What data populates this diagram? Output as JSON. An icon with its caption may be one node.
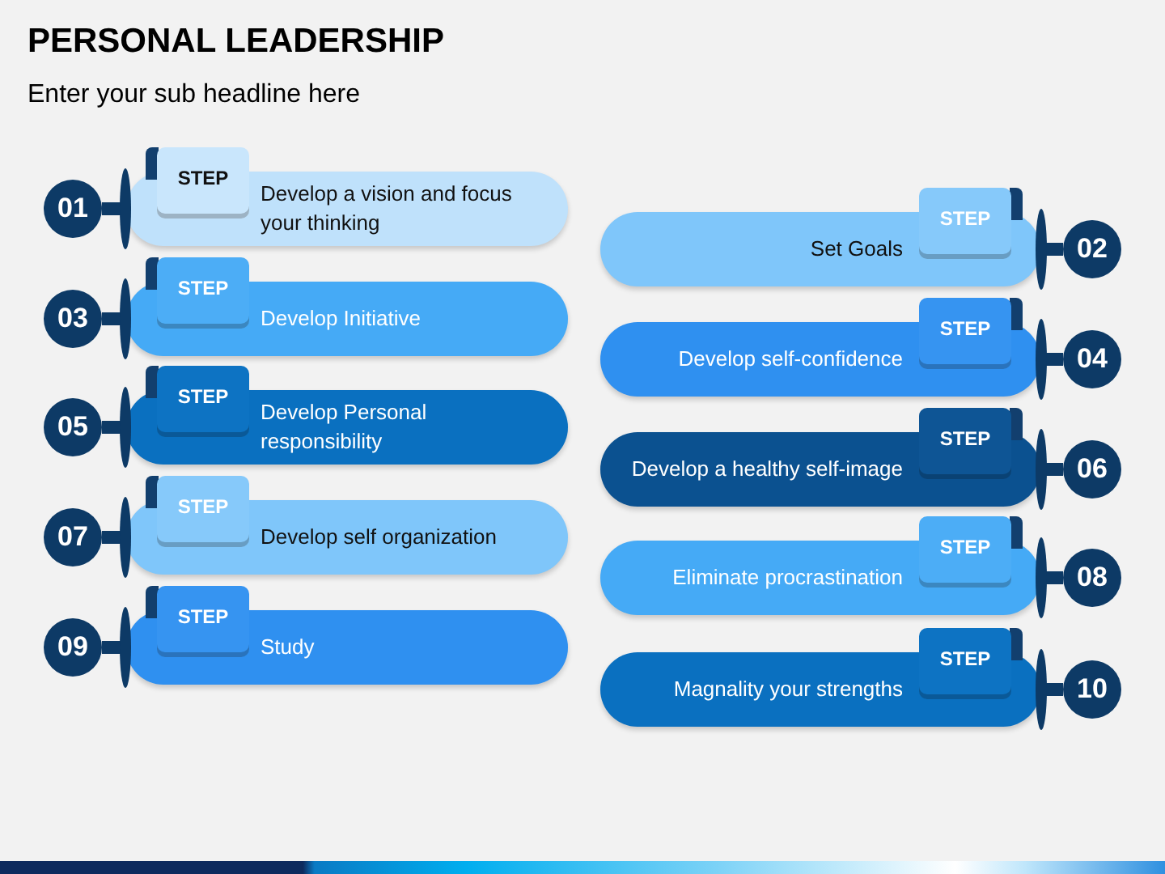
{
  "diagram": {
    "title": "PERSONAL LEADERSHIP",
    "nodes": [
      {
        "text": [
          "01"
        ]
      },
      {
        "text": [
          "STEP"
        ]
      },
      {
        "text": [
          "Develop a vision and focus your thinking"
        ]
      },
      {
        "text": [
          "02"
        ]
      },
      {
        "text": [
          "STEP"
        ]
      },
      {
        "text": [
          "Set Goals"
        ]
      },
      {
        "text": [
          "03"
        ]
      },
      {
        "text": [
          "STEP"
        ]
      },
      {
        "text": [
          "Develop Initiative"
        ]
      },
      {
        "text": [
          "04"
        ]
      },
      {
        "text": [
          "STEP"
        ]
      },
      {
        "text": [
          "Develop self-confidence"
        ]
      },
      {
        "text": [
          "05"
        ]
      },
      {
        "text": [
          "STEP"
        ]
      },
      {
        "text": [
          "Develop Personal responsibility"
        ]
      },
      {
        "text": [
          "06"
        ]
      },
      {
        "text": [
          "STEP"
        ]
      },
      {
        "text": [
          "Develop a healthy self-image"
        ]
      },
      {
        "text": [
          "07"
        ]
      },
      {
        "text": [
          "STEP"
        ]
      },
      {
        "text": [
          "Develop self organization"
        ]
      },
      {
        "text": [
          "08"
        ]
      },
      {
        "text": [
          "STEP"
        ]
      },
      {
        "text": [
          "Eliminate procrastination"
        ]
      },
      {
        "text": [
          "09"
        ]
      },
      {
        "text": [
          "STEP"
        ]
      },
      {
        "text": [
          "Study"
        ]
      },
      {
        "text": [
          "10"
        ]
      },
      {
        "text": [
          "STEP"
        ]
      },
      {
        "text": [
          "Magnality your strengths"
        ]
      }
    ],
    "edges": [
      {
        "from": 0,
        "to": 2,
        "arrow": "none"
      },
      {
        "from": 3,
        "to": 5,
        "arrow": "none"
      },
      {
        "from": 6,
        "to": 8,
        "arrow": "none"
      },
      {
        "from": 9,
        "to": 11,
        "arrow": "none"
      },
      {
        "from": 12,
        "to": 14,
        "arrow": "none"
      },
      {
        "from": 15,
        "to": 17,
        "arrow": "none"
      },
      {
        "from": 18,
        "to": 20,
        "arrow": "none"
      },
      {
        "from": 21,
        "to": 23,
        "arrow": "none"
      },
      {
        "from": 24,
        "to": 26,
        "arrow": "none"
      },
      {
        "from": 27,
        "to": 29,
        "arrow": "none"
      }
    ],
    "labels": [
      "Enter your sub headline here"
    ]
  }
}
